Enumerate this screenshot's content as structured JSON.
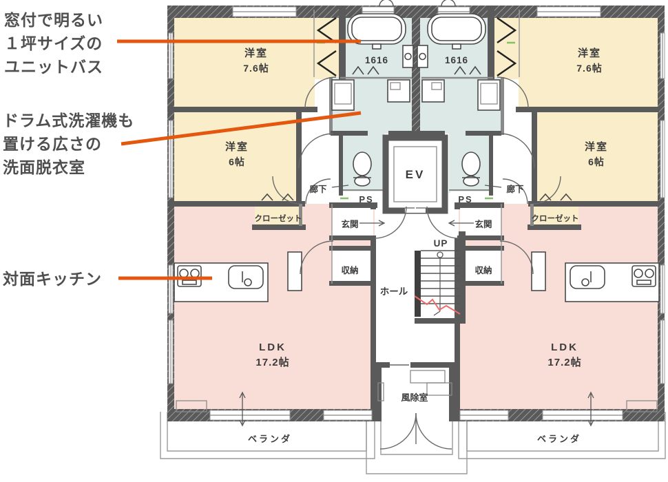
{
  "annotations": {
    "bath_note": "窓付で明るい\n１坪サイズの\nユニットバス",
    "laundry_note": "ドラム式洗濯機も\n置ける広さの\n洗面脱衣室",
    "kitchen_note": "対面キッチン"
  },
  "labels": {
    "bedroom_name": "洋室",
    "bedroom_76_size": "7.6帖",
    "bedroom_6_size": "6帖",
    "bath_size": "1616",
    "corridor": "廊下",
    "elevator": "EV",
    "pipe_space": "PS",
    "entrance": "玄関",
    "storage": "収納",
    "hall": "ホール",
    "stairs_up": "UP",
    "closet": "クローゼット",
    "ldk_name": "LDK",
    "ldk_size": "17.2帖",
    "windbreak_room": "風除室",
    "veranda": "ベランダ"
  },
  "colors": {
    "bedroom_fill": "#faedca",
    "ldk_fill": "#f9ddd7",
    "wet_area_fill": "#dcE9e6",
    "wall": "#5a5a5a",
    "annotation_line": "#e4570e",
    "text": "#3b3b3b",
    "break_line": "#ef6a6a",
    "vent_mark_green": "#84c064"
  }
}
